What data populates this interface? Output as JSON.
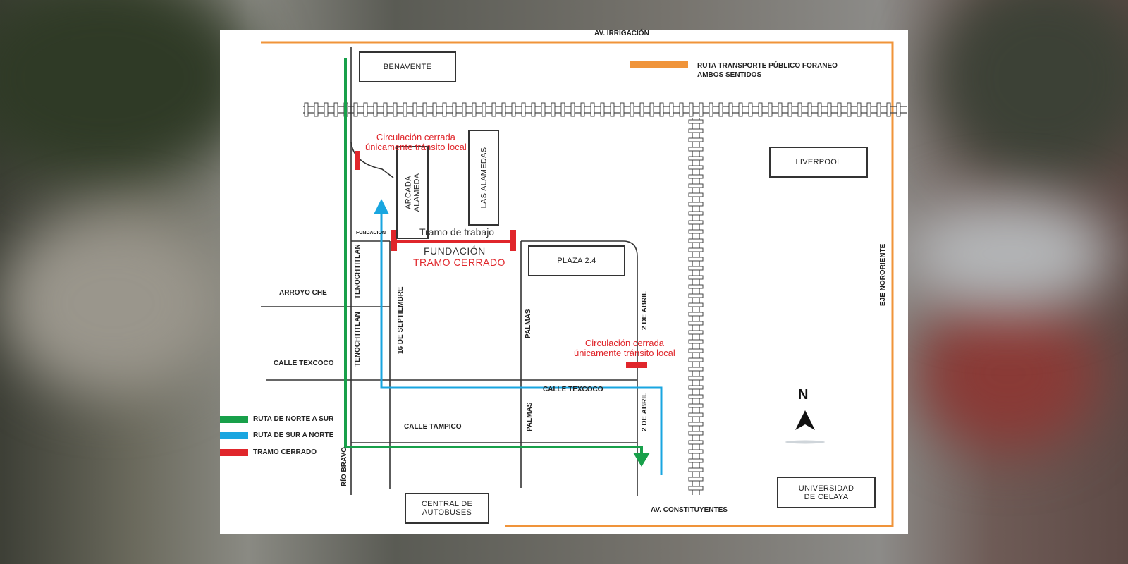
{
  "map": {
    "places": {
      "benavente": "BENAVENTE",
      "liverpool": "LIVERPOOL",
      "arcada_alameda": "ARCADA ALAMEDA",
      "las_alamedas": "LAS ALAMEDAS",
      "plaza_24": "PLAZA 2.4",
      "central_autobuses": "CENTRAL DE AUTOBUSES",
      "universidad_celaya": "UNIVERSIDAD DE CELAYA"
    },
    "streets": {
      "av_irrigacion": "AV. IRRIGACIÓN",
      "av_constituyentes": "AV. CONSTITUYENTES",
      "eje_nororiente": "EJE NORORIENTE",
      "arroyo_che": "ARROYO CHE",
      "calle_texcoco_left": "CALLE TEXCOCO",
      "calle_texcoco_mid": "CALLE TEXCOCO",
      "calle_tampico": "CALLE TAMPICO",
      "fundacion_small": "FUNDACION",
      "tenochtitlan_1": "TENOCHTITLAN",
      "tenochtitlan_2": "TENOCHTITLAN",
      "sept_16": "16 DE SEPTIEMBRE",
      "palmas_1": "PALMAS",
      "palmas_2": "PALMAS",
      "abril_2_1": "2 DE ABRIL",
      "abril_2_2": "2 DE ABRIL",
      "rio_bravo": "RÍO BRAVO"
    },
    "notes": {
      "closure_top_line1": "Circulación cerrada",
      "closure_top_line2": "únicamente tránsito local",
      "closure_right_line1": "Circulación cerrada",
      "closure_right_line2": "únicamente tránsito local",
      "tramo_trabajo": "Tramo de trabajo",
      "fundacion_big": "FUNDACIÓN",
      "tramo_cerrado": "TRAMO CERRADO"
    },
    "compass": "N",
    "legend": {
      "orange_line1": "RUTA TRANSPORTE PÚBLICO FORANEO",
      "orange_line2": "AMBOS SENTIDOS",
      "green": "RUTA DE NORTE A SUR",
      "blue": "RUTA DE SUR A NORTE",
      "red": "TRAMO CERRADO"
    },
    "colors": {
      "green": "#18a04a",
      "blue": "#19a6e0",
      "red": "#e0262b",
      "orange": "#f0943a",
      "street": "#333333"
    }
  }
}
